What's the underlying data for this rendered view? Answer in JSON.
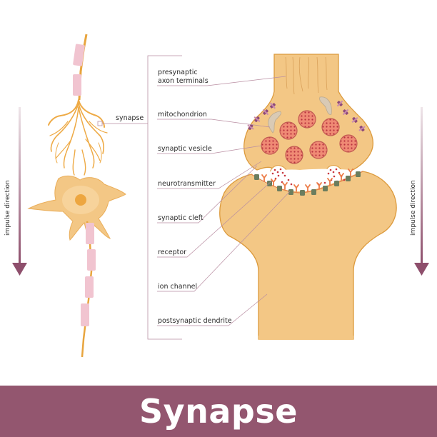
{
  "diagram": {
    "title": "Synapse",
    "left_arrow_label": "impulse direction",
    "right_arrow_label": "impulse direction",
    "synapse_callout": "synapse",
    "labels": [
      {
        "id": "presynaptic",
        "lines": [
          "presynaptic",
          "axon terminals"
        ]
      },
      {
        "id": "mitochondrion",
        "lines": [
          "mitochondrion"
        ]
      },
      {
        "id": "vesicle",
        "lines": [
          "synaptic vesicle"
        ]
      },
      {
        "id": "neurotransmitter",
        "lines": [
          "neurotransmitter"
        ]
      },
      {
        "id": "cleft",
        "lines": [
          "synaptic cleft"
        ]
      },
      {
        "id": "receptor",
        "lines": [
          "receptor"
        ]
      },
      {
        "id": "ion-channel",
        "lines": [
          "ion channel"
        ]
      },
      {
        "id": "dendrite",
        "lines": [
          "postsynaptic dendrite"
        ]
      }
    ],
    "colors": {
      "banner": "#93566f",
      "arrow": "#8e4f6c",
      "cell_fill": "#f3c785",
      "cell_stroke": "#dc9a3c",
      "myelin": "#f1c4d0",
      "vesicle": "#e36b5f",
      "mitochondrion": "#d9cab5",
      "ion_channel": "#6b7d5e",
      "receptor": "#ec7a45",
      "membrane_protein": "#8e4a78",
      "leader_line": "#b98ea2"
    }
  }
}
